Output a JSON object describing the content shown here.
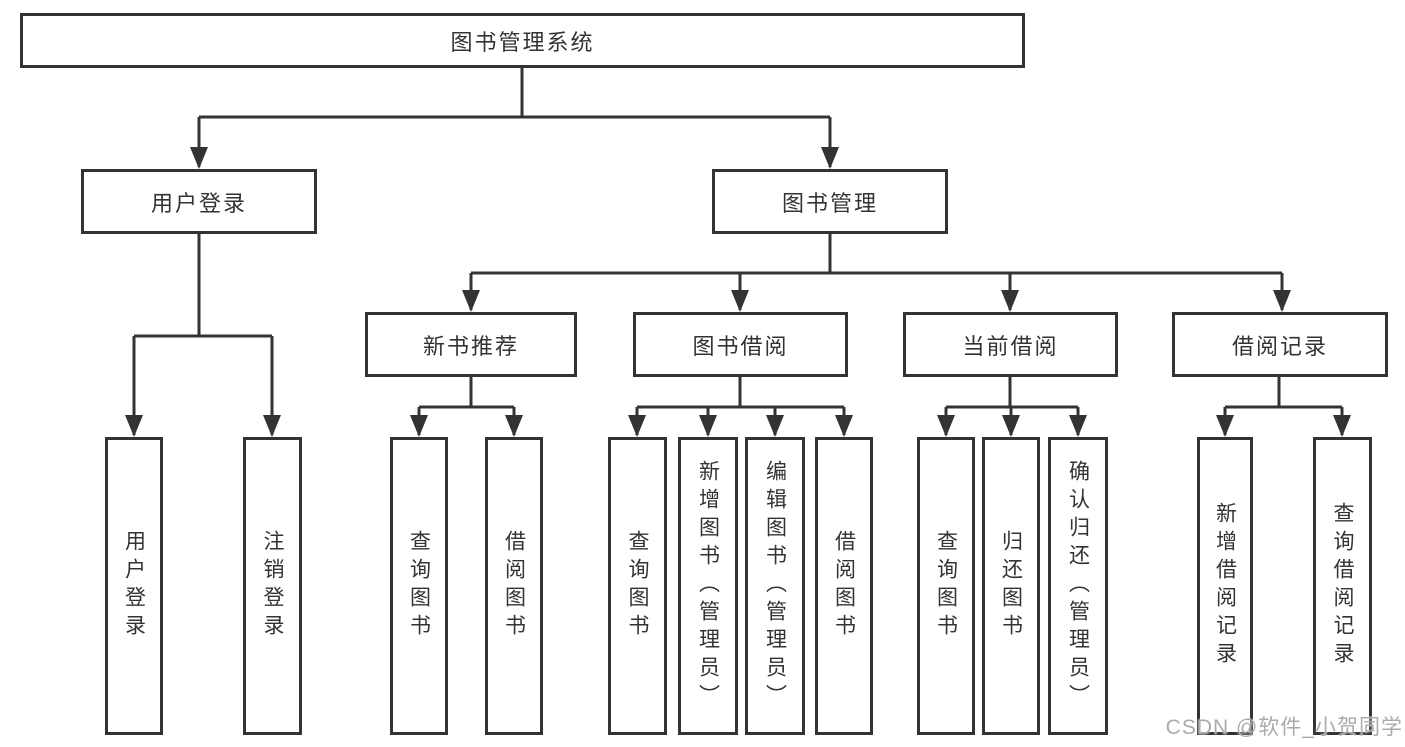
{
  "diagram_title": "图书管理系统",
  "colors": {
    "line": "#333333",
    "box_border": "#333333",
    "text": "#333333",
    "background": "#ffffff",
    "watermark": "#ababab"
  },
  "tree": {
    "label": "图书管理系统",
    "children": [
      {
        "label": "用户登录",
        "children": [
          {
            "label": "用户登录"
          },
          {
            "label": "注销登录"
          }
        ]
      },
      {
        "label": "图书管理",
        "children": [
          {
            "label": "新书推荐",
            "children": [
              {
                "label": "查询图书"
              },
              {
                "label": "借阅图书"
              }
            ]
          },
          {
            "label": "图书借阅",
            "children": [
              {
                "label": "查询图书"
              },
              {
                "label": "新增图书（管理员）"
              },
              {
                "label": "编辑图书（管理员）"
              },
              {
                "label": "借阅图书"
              }
            ]
          },
          {
            "label": "当前借阅",
            "children": [
              {
                "label": "查询图书"
              },
              {
                "label": "归还图书"
              },
              {
                "label": "确认归还（管理员）"
              }
            ]
          },
          {
            "label": "借阅记录",
            "children": [
              {
                "label": "新增借阅记录"
              },
              {
                "label": "查询借阅记录"
              }
            ]
          }
        ]
      }
    ]
  },
  "watermark": {
    "text": "CSDN @软件_小贺同学"
  }
}
